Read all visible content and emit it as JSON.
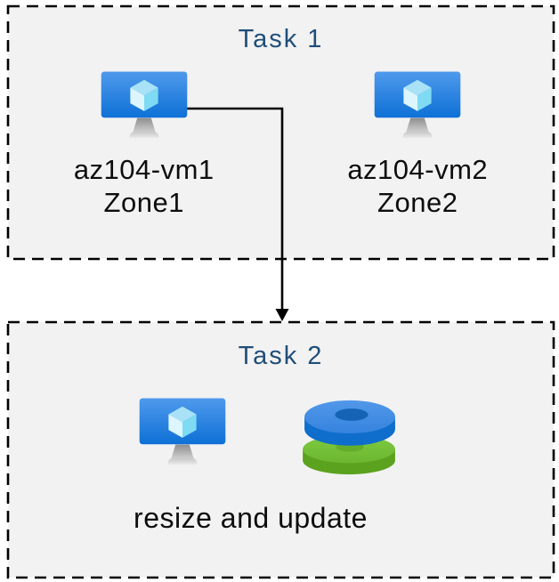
{
  "diagram": {
    "tasks": [
      {
        "title": "Task 1",
        "vms": [
          {
            "name": "az104-vm1",
            "zone": "Zone1",
            "icon": "virtual-machine-icon"
          },
          {
            "name": "az104-vm2",
            "zone": "Zone2",
            "icon": "virtual-machine-icon"
          }
        ]
      },
      {
        "title": "Task 2",
        "caption": "resize and update",
        "icons": [
          "virtual-machine-icon",
          "managed-disks-icon"
        ]
      }
    ],
    "connector": {
      "from": "az104-vm1",
      "to": "Task 2",
      "style": "elbow-arrow"
    },
    "colors": {
      "task_title": "#1f4e79",
      "box_fill": "#f2f2f2",
      "box_border": "#000000",
      "label_text": "#0d0d0d",
      "vm_screen_top": "#4f9aec",
      "vm_screen_bottom": "#0e70d6",
      "cube_top": "#a9e2f6",
      "cube_left": "#ddf5fd",
      "cube_right": "#7fdbf4",
      "disk_blue_top": "#4a90e4",
      "disk_blue_side": "#0f6ecb",
      "disk_blue_hole": "#1463b4",
      "disk_green_top": "#74c23a",
      "disk_green_side": "#5ba21f",
      "disk_green_hole": "#63ad2b"
    }
  }
}
